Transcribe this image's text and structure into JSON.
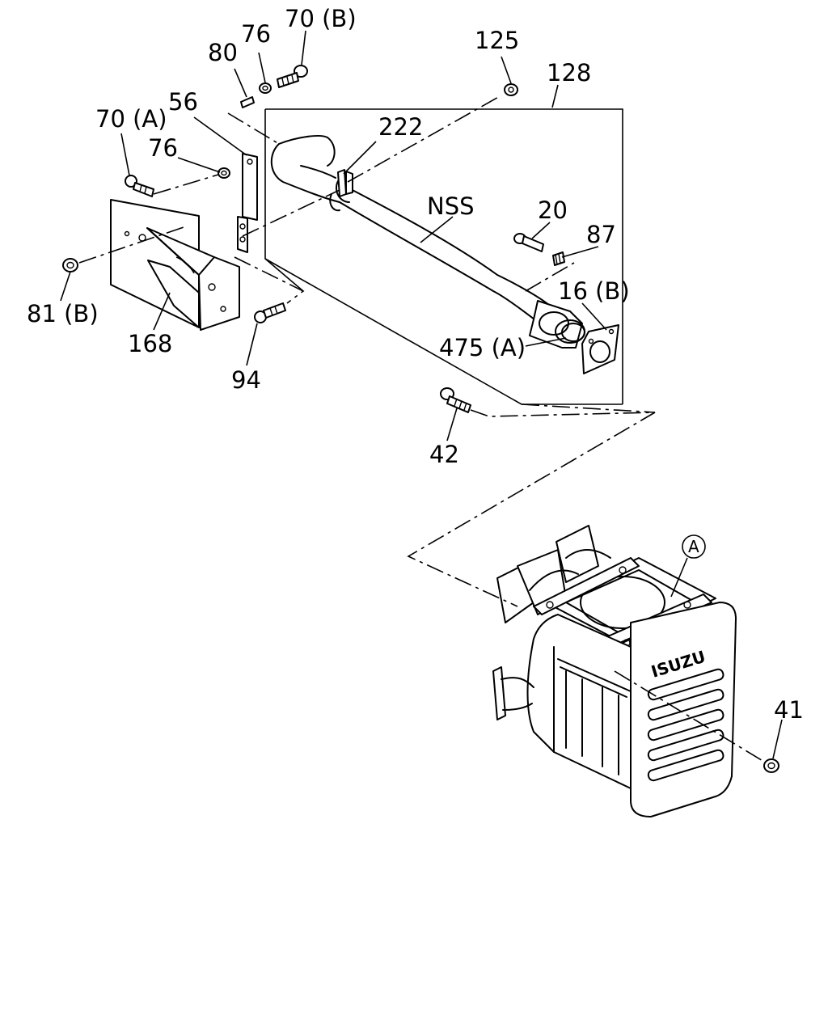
{
  "labels": {
    "l70b": "70 (B)",
    "l76a": "76",
    "l80": "80",
    "l125": "125",
    "l128": "128",
    "l56": "56",
    "l70a": "70 (A)",
    "l222": "222",
    "l76b": "76",
    "lnss": "NSS",
    "l20": "20",
    "l87": "87",
    "l16b": "16 (B)",
    "l81b": "81 (B)",
    "l475a": "475 (A)",
    "l168": "168",
    "l94": "94",
    "l42": "42",
    "la": "A",
    "l41": "41"
  },
  "logo_text": "ISUZU"
}
